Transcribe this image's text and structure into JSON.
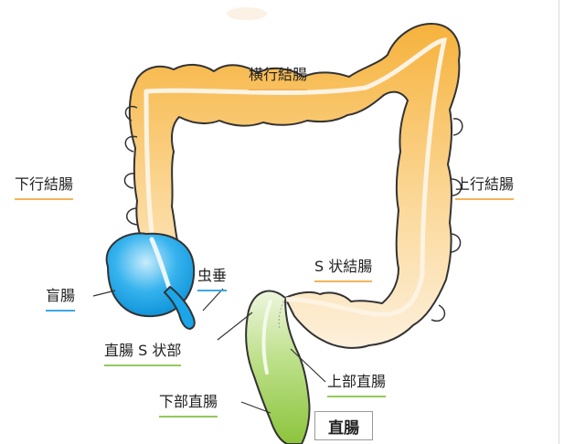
{
  "labels": {
    "transverse_colon": "横行結腸",
    "descending_colon": "下行結腸",
    "ascending_colon": "上行結腸",
    "sigmoid_colon": "S 状結腸",
    "cecum": "盲腸",
    "appendix": "虫垂",
    "rectosigmoid": "直腸 S 状部",
    "upper_rectum": "上部直腸",
    "lower_rectum": "下部直腸",
    "rectum_box": "直腸"
  },
  "colors": {
    "colon_orange": "#f6b544",
    "colon_pale": "#fce6c4",
    "cecum_blue": "#1aa6e8",
    "rectum_green": "#9fcd4a",
    "outline": "#333333"
  }
}
